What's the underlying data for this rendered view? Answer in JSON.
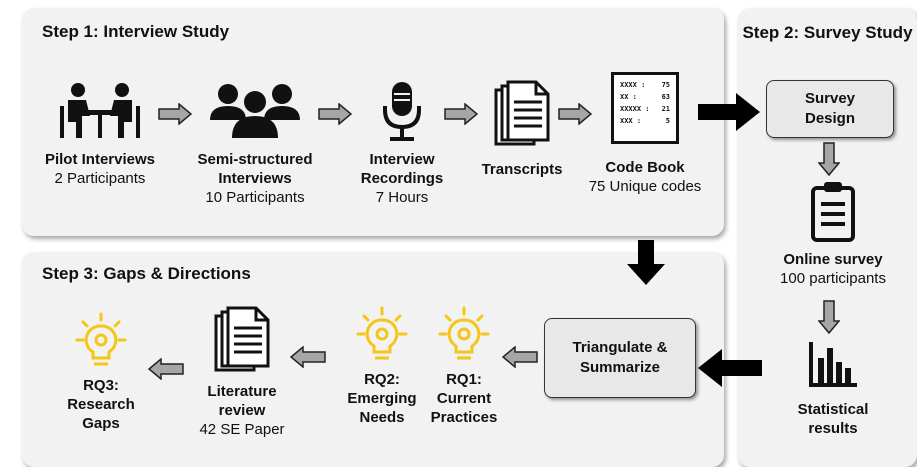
{
  "step1": {
    "title": "Step 1: Interview Study",
    "nodes": [
      {
        "title": "Pilot Interviews",
        "sub": "2 Participants",
        "icon": "interview-table-icon"
      },
      {
        "title": "Semi-structured Interviews",
        "sub": "10 Participants",
        "icon": "people-group-icon"
      },
      {
        "title": "Interview Recordings",
        "sub": "7 Hours",
        "icon": "microphone-icon"
      },
      {
        "title": "Transcripts",
        "sub": "",
        "icon": "documents-icon"
      },
      {
        "title": "Code Book",
        "sub": "75 Unique codes",
        "icon": "codebook-icon"
      }
    ],
    "codebook_rows": [
      {
        "key": "XXXX :",
        "val": "75"
      },
      {
        "key": "XX :",
        "val": "63"
      },
      {
        "key": "XXXXX :",
        "val": "21"
      },
      {
        "key": "XXX :",
        "val": "5"
      }
    ]
  },
  "step2": {
    "title": "Step 2: Survey Study",
    "design_box": "Survey Design",
    "online_title": "Online survey",
    "online_sub": "100 participants",
    "stats_title": "Statistical results"
  },
  "step3": {
    "title": "Step 3: Gaps & Directions",
    "triangulate_box": "Triangulate & Summarize",
    "rq1": "RQ1: Current Practices",
    "rq2": "RQ2: Emerging Needs",
    "lit_title": "Literature review",
    "lit_sub": "42 SE Paper",
    "rq3": "RQ3: Research Gaps"
  },
  "colors": {
    "bulb": "#f5c518",
    "panel": "#f2f2f2",
    "arrow_gray": "#a6a6a6"
  }
}
